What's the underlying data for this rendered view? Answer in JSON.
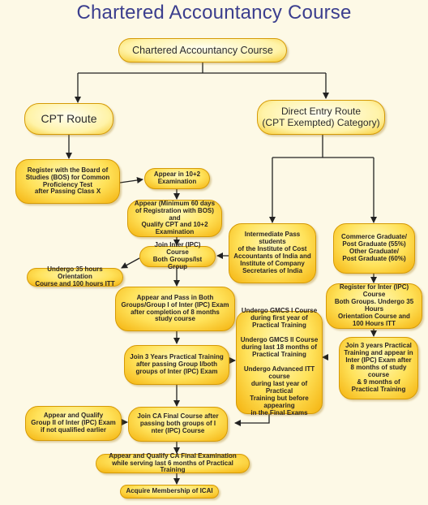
{
  "title": "Chartered Accountancy Course",
  "boxes": {
    "top": "Chartered Accountancy Course",
    "cpt_route": "CPT Route",
    "direct_entry": "Direct Entry Route\n(CPT Exempted) Category)",
    "register_bos": "Register with the Board of\nStudies (BOS) for Common\nProficiency Test\nafter Passing Class X",
    "appear_10_2": "Appear in 10+2\nExamination",
    "appear_min_60": "Appear (Minimum 60 days\nof Registration with BOS) and\nQualify CPT and 10+2\nExamination",
    "join_inter": "Join Inter (IPC) Course\nBoth Groups/Ist Group",
    "orientation_itt": "Undergo 35 hours Orientation\nCourse and 100 hours ITT",
    "appear_pass": "Appear and Pass in Both\nGroups/Group I of Inter (IPC) Exam\nafter completion of 8 months\nstudy course",
    "practical_training": "Join 3 Years Practical Training\nafter passing Group I/both\ngroups of Inter (IPC) Exam",
    "qualify_group2": "Appear and Qualify\nGroup II of Inter (IPC) Exam\nif not qualified earlier",
    "join_final": "Join CA Final Course after\npassing both groups of I\nnter (IPC) Course",
    "final_exam": "Appear and Qualify CA Final Examination\nwhile serving last 6 months of Practical Training",
    "membership": "Acquire Membership of ICAI",
    "intermediate_pass": "Intermediate Pass students\nof the Institute of Cost\nAccountants of India and\nInstitute of Company\nSecretaries of India",
    "commerce_grad": "Commerce Graduate/\nPost Graduate (55%)\nOther Graduate/\nPost Graduate (60%)",
    "register_inter": "Register for Inter (IPC) Course\nBoth Groups. Undergo 35 Hours\nOrientation Course and\n100 Hours ITT",
    "join_3yr": "Join 3 years Practical\nTraining and appear in\nInter (IPC) Exam after\n8 months of study course\n& 9 months of\nPractical Training",
    "gmcs": "Undergo GMCS I Course\nduring first year of\nPractical Training\n\nUndergo GMCS II Course\nduring last 18 months of\nPractical Training\n\nUndergo Advanced ITT course\nduring last year of Practical\nTraining but before appearing\nin the Final Exams"
  }
}
